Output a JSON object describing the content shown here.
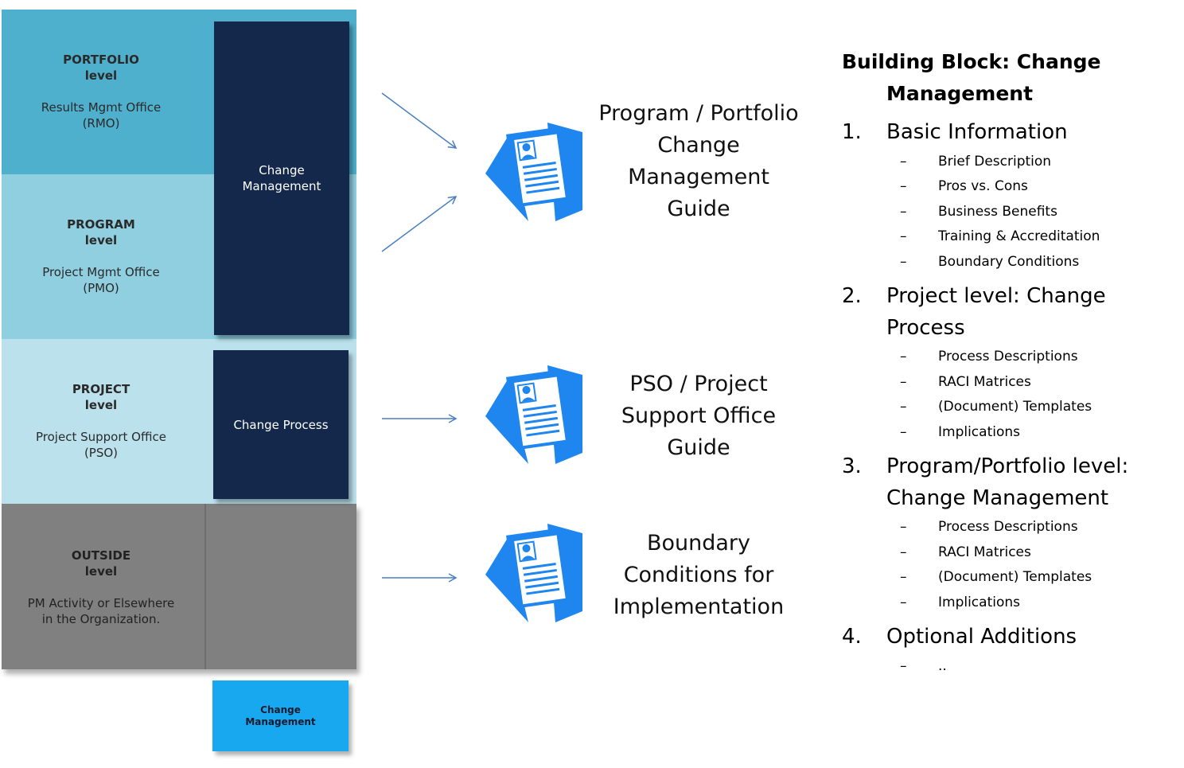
{
  "levels": [
    {
      "title": "PORTFOLIO",
      "level": "level",
      "office": "Results Mgmt Office",
      "abbr": "(RMO)",
      "color": "#4eb0cc"
    },
    {
      "title": "PROGRAM",
      "level": "level",
      "office": "Project Mgmt Office",
      "abbr": "(PMO)",
      "color": "#8fcfe0"
    },
    {
      "title": "PROJECT",
      "level": "level",
      "office": "Project Support Office",
      "abbr": "(PSO)",
      "color": "#bbe1ec"
    },
    {
      "title": "OUTSIDE",
      "level": "level",
      "office": "PM Activity or Elsewhere",
      "abbr": "in the Organization.",
      "color": "#808080"
    }
  ],
  "blocks": {
    "change_management": "Change Management",
    "change_process": "Change Process",
    "legend_small": "Change Management"
  },
  "guides": [
    {
      "text": "Program / Portfolio Change Management Guide"
    },
    {
      "text": "PSO / Project Support Office Guide"
    },
    {
      "text": "Boundary Conditions for Implementation"
    }
  ],
  "building_block": {
    "title_line1": "Building Block: Change",
    "title_line2": "Management",
    "sections": [
      {
        "num": "1.",
        "line1": "Basic Information",
        "line2": "",
        "items": [
          "Brief Description",
          "Pros vs. Cons",
          "Business Benefits",
          "Training & Accreditation",
          "Boundary Conditions"
        ]
      },
      {
        "num": "2.",
        "line1": "Project level: Change",
        "line2": "Process",
        "items": [
          "Process Descriptions",
          "RACI Matrices",
          "(Document) Templates",
          "Implications"
        ]
      },
      {
        "num": "3.",
        "line1": "Program/Portfolio level:",
        "line2": "Change Management",
        "items": [
          "Process Descriptions",
          "RACI Matrices",
          "(Document) Templates",
          "Implications"
        ]
      },
      {
        "num": "4.",
        "line1": "Optional Additions",
        "line2": "",
        "items": [
          ".."
        ]
      }
    ],
    "dash": "–"
  },
  "colors": {
    "dark_block": "#14284b",
    "icon_blue": "#1e86ee",
    "arrow": "#4a7fc1",
    "legend_blue": "#18a8f0"
  },
  "icons": {
    "document": "document-with-photo-icon"
  }
}
